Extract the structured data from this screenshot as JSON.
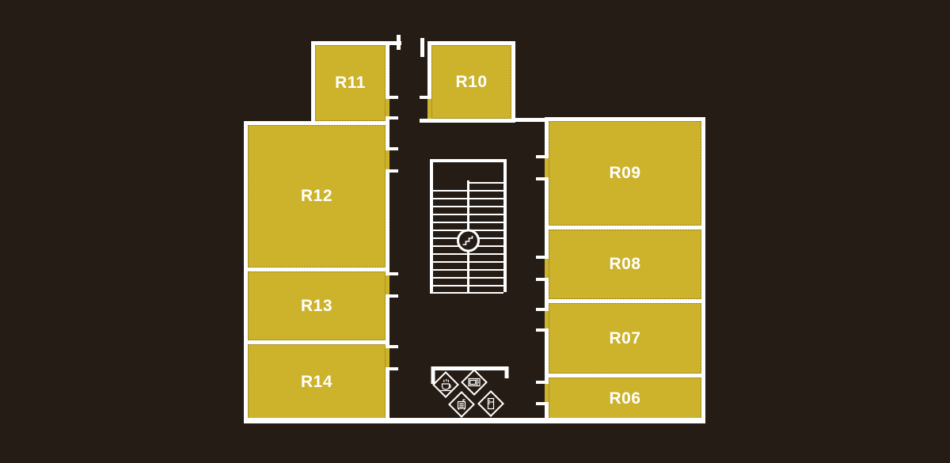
{
  "palette": {
    "background": "#261c16",
    "room_fill": "#cdb32b",
    "wall": "#ffffff",
    "label_text": "#ffffff"
  },
  "rooms": {
    "r06": {
      "label": "R06"
    },
    "r07": {
      "label": "R07"
    },
    "r08": {
      "label": "R08"
    },
    "r09": {
      "label": "R09"
    },
    "r10": {
      "label": "R10"
    },
    "r11": {
      "label": "R11"
    },
    "r12": {
      "label": "R12"
    },
    "r13": {
      "label": "R13"
    },
    "r14": {
      "label": "R14"
    }
  },
  "stairwell": {
    "icon": "stairs-icon"
  },
  "amenity_area": {
    "icons": [
      "coffee-icon",
      "microwave-icon",
      "printer-icon",
      "refrigerator-icon"
    ]
  }
}
